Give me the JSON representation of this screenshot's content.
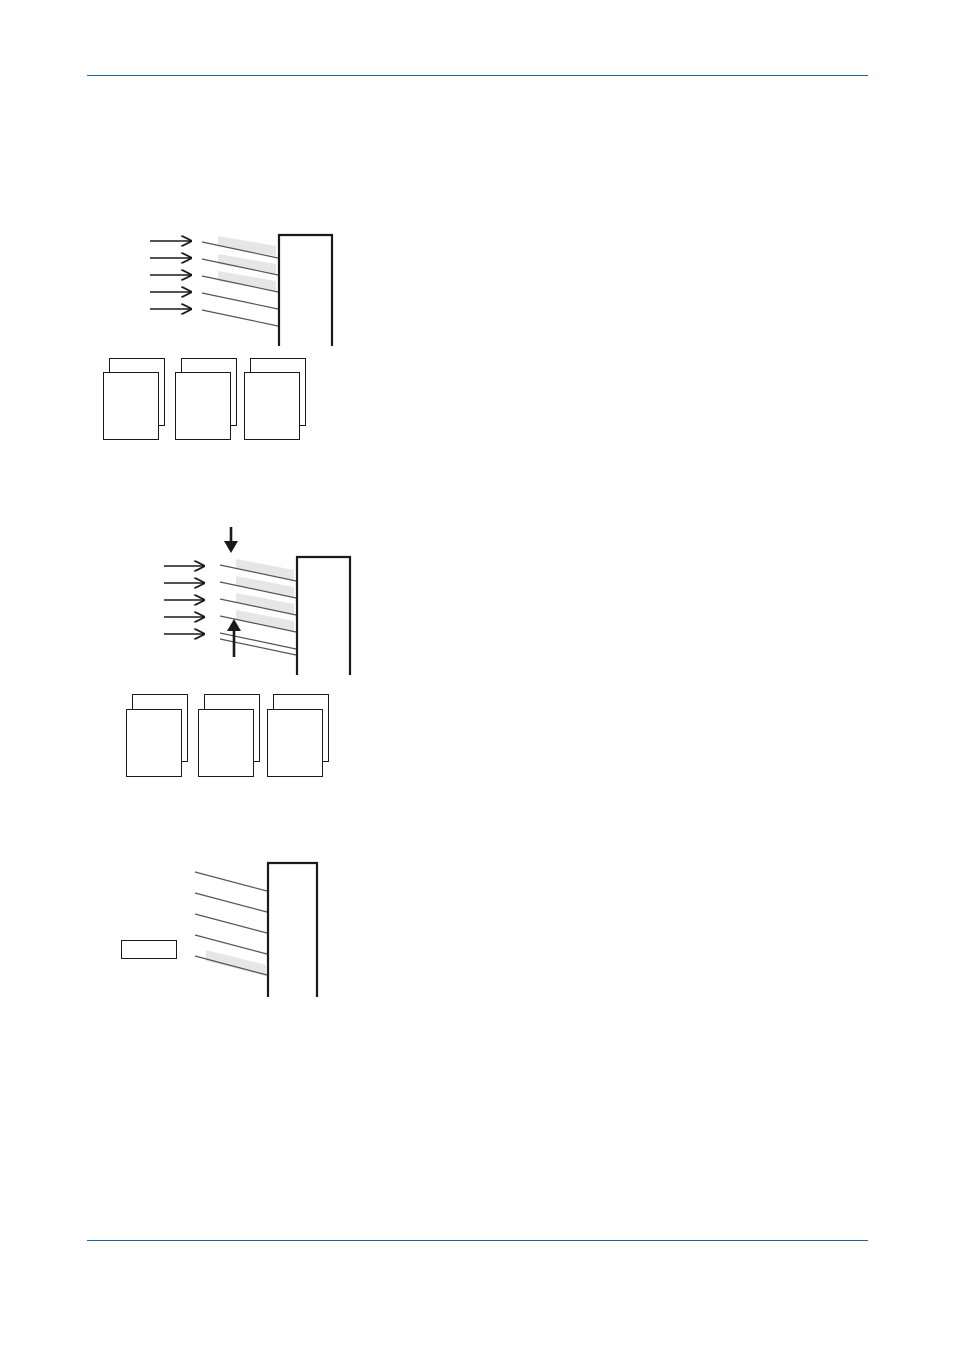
{
  "colors": {
    "rule": "#1f5fa8",
    "line": "#555555",
    "stroke": "#1a1a1a",
    "shade": "#e6e6e6",
    "page_fill": "#ffffff"
  },
  "figures": [
    {
      "name": "figure-1",
      "illustration": "bins-with-incoming-arrows-and-stacked-sets",
      "incoming_arrows": 5,
      "shelves": 5,
      "shaded_shelves": [
        0,
        1,
        2
      ],
      "page_stacks": 3,
      "vertical_arrows": []
    },
    {
      "name": "figure-2",
      "illustration": "bins-with-incoming-arrows-shift-and-stacked-sets",
      "incoming_arrows": 5,
      "shelves": 5,
      "shaded_shelves": [
        0,
        1,
        2,
        3
      ],
      "page_stacks": 3,
      "vertical_arrows": [
        "down-arrow-icon",
        "up-arrow-icon"
      ]
    },
    {
      "name": "figure-3",
      "illustration": "bins-single-shaded-shelf-with-label-box",
      "incoming_arrows": 0,
      "shelves": 5,
      "shaded_shelves": [
        4
      ],
      "page_stacks": 0,
      "vertical_arrows": [],
      "label_box": ""
    }
  ]
}
